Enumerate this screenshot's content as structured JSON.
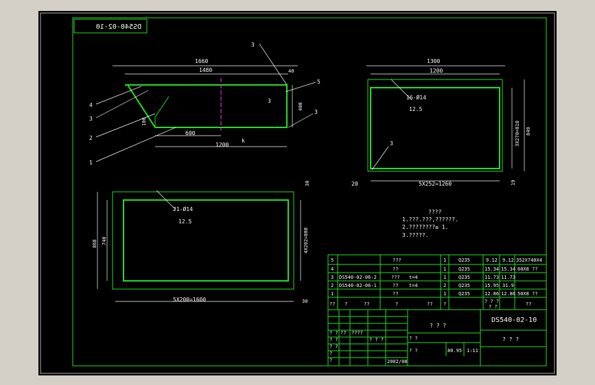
{
  "drawing": {
    "number": "DS540-02-10",
    "number_mirrored": "DS540-02-10"
  },
  "view_side": {
    "dims": {
      "overall": "1660",
      "inner": "1480",
      "right": "40",
      "height": "400",
      "low": "100",
      "bottom": "600",
      "base": "1200",
      "section": "k"
    },
    "balloons": [
      "1",
      "2",
      "3",
      "4",
      "5"
    ],
    "weld_labels": [
      "3",
      "3",
      "3"
    ]
  },
  "view_top": {
    "dims": {
      "width1": "1300",
      "width2": "1200",
      "holes": "16-Ø14",
      "rough": "12.5",
      "vert1": "3X270=810",
      "vert2": "849",
      "bottom": "5X252=1260",
      "left_corner": "20",
      "right_corner": "19",
      "weld": "3"
    }
  },
  "view_bottom": {
    "dims": {
      "holes": "21-Ø14",
      "rough": "12.5",
      "h1": "868",
      "h2": "740",
      "right": "4X202=808",
      "bottom": "5X200=1600",
      "top_right": "30",
      "bottom_right": "30"
    }
  },
  "notes": {
    "title": "????",
    "lines": [
      "1.???.???,??????.",
      "2.????????≤     1.",
      "3.?????."
    ]
  },
  "bom": {
    "rows": [
      {
        "no": "5",
        "code": "",
        "name": "???",
        "qty": "1",
        "mat": "Q235",
        "w1": "9.12",
        "w2": "9.12",
        "note": "352X740X4"
      },
      {
        "no": "4",
        "code": "",
        "name": "??",
        "qty": "1",
        "mat": "Q235",
        "w1": "15.34",
        "w2": "15.34",
        "note": "60X8 ??"
      },
      {
        "no": "3",
        "code": "DS540-02-06-2",
        "name": "???",
        "t": "t=4",
        "qty": "1",
        "mat": "Q235",
        "w1": "11.73",
        "w2": "11.73",
        "note": ""
      },
      {
        "no": "2",
        "code": "DS540-02-06-1",
        "name": "??",
        "t": "t=4",
        "qty": "2",
        "mat": "Q235",
        "w1": "15.95",
        "w2": "31.9",
        "note": ""
      },
      {
        "no": "1",
        "code": "",
        "name": "??",
        "qty": "1",
        "mat": "Q235",
        "w1": "12.86",
        "w2": "12.86",
        "note": "50X8 ??"
      }
    ],
    "header": [
      "??",
      "?",
      "??",
      "?",
      "??",
      "?",
      "? ? ?",
      "? ?",
      "??"
    ]
  },
  "title_block": {
    "part_name": "? ? ?",
    "drawing_no": "DS540-02-10",
    "company": "? ? ?",
    "weight": "80.95",
    "scale": "1:11",
    "date": "2002/08",
    "marks": [
      "? ?",
      "??",
      "????",
      "? ?",
      "? ? ?",
      "? ?",
      "?",
      "?",
      "? ?",
      "? ?"
    ]
  }
}
